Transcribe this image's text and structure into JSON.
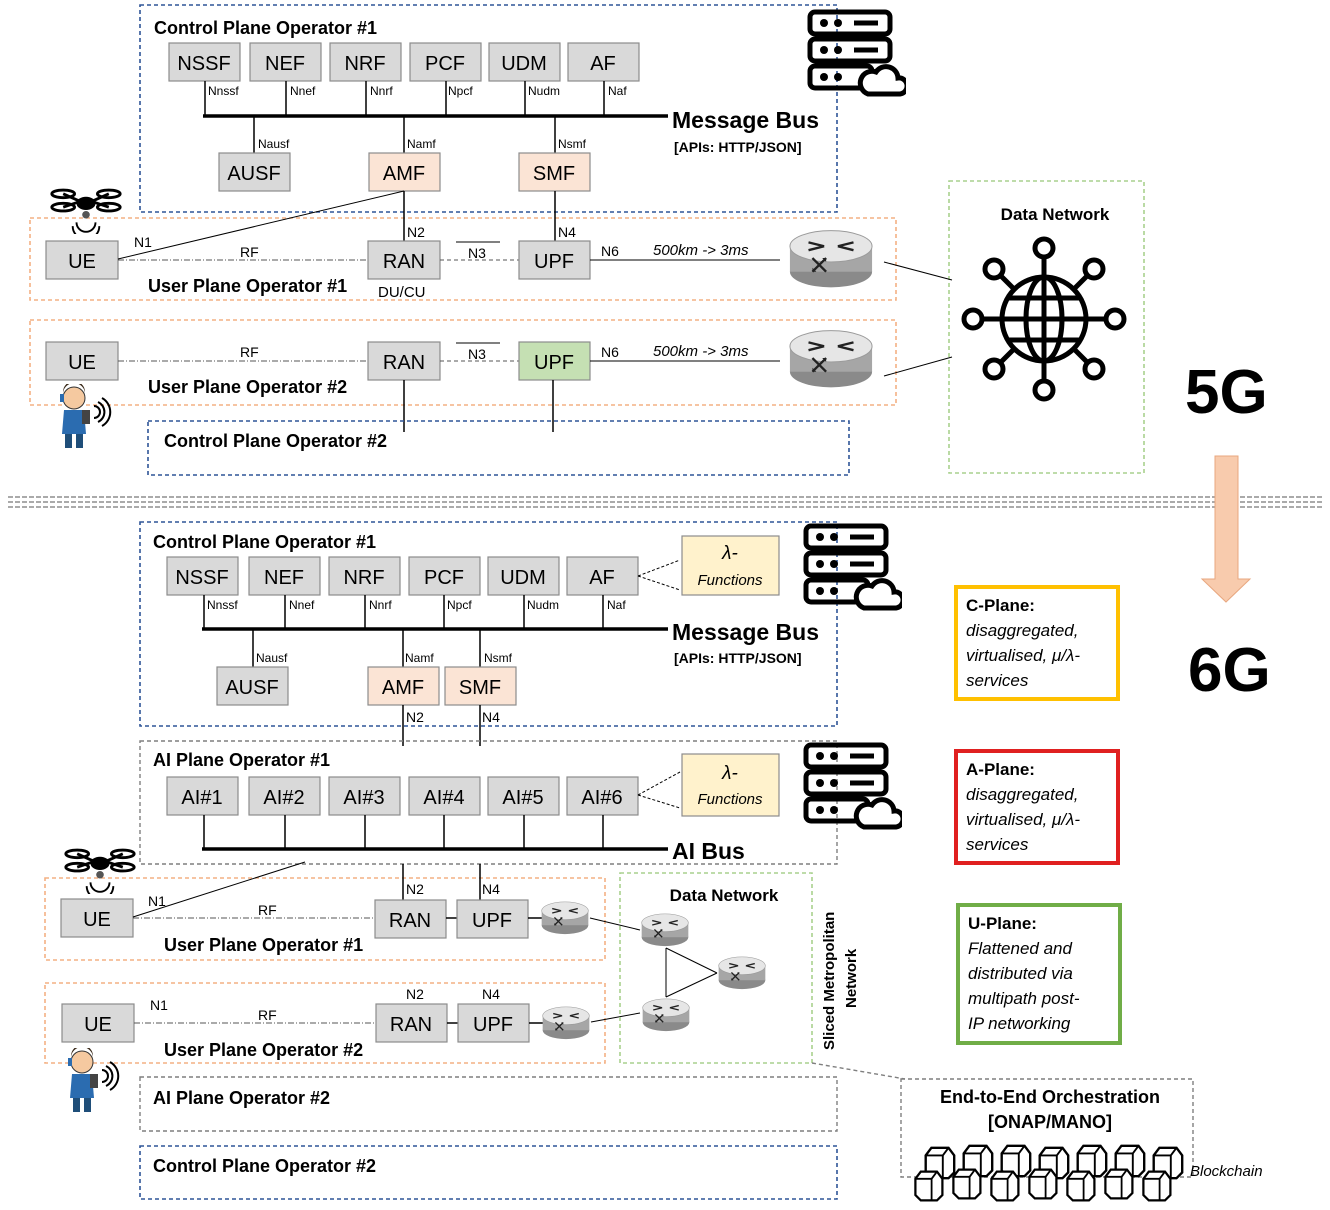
{
  "cp1_title": "Control Plane Operator #1",
  "cp2_title": "Control Plane Operator #2",
  "up1_title": "User Plane Operator #1",
  "up2_title": "User Plane Operator #2",
  "ai1_title": "AI Plane Operator #1",
  "ai2_title": "AI Plane Operator #2",
  "nf_names": [
    "NSSF",
    "NEF",
    "NRF",
    "PCF",
    "UDM",
    "AF"
  ],
  "nf_ifaces": [
    "Nnssf",
    "Nnef",
    "Nnrf",
    "Npcf",
    "Nudm",
    "Naf"
  ],
  "ai_names": [
    "AI#1",
    "AI#2",
    "AI#3",
    "AI#4",
    "AI#5",
    "AI#6"
  ],
  "ausf": "AUSF",
  "amf": "AMF",
  "smf": "SMF",
  "nausf": "Nausf",
  "namf": "Namf",
  "nsmf": "Nsmf",
  "message_bus": "Message Bus",
  "apis": "[APIs: HTTP/JSON]",
  "ai_bus": "AI Bus",
  "ue": "UE",
  "ran": "RAN",
  "upf": "UPF",
  "n1": "N1",
  "n2": "N2",
  "n3": "N3",
  "n4": "N4",
  "n6": "N6",
  "rf": "RF",
  "du_cu": "DU/CU",
  "latency": "500km -> 3ms",
  "data_network": "Data Network",
  "label_5g": "5G",
  "label_6g": "6G",
  "lambda": "λ-",
  "functions": "Functions",
  "cplane": {
    "title": "C-Plane:",
    "lines": [
      "disaggregated,",
      "virtualised, μ/λ-",
      "services"
    ]
  },
  "aplane": {
    "title": "A-Plane:",
    "lines": [
      "disaggregated,",
      "virtualised, μ/λ-",
      "services"
    ]
  },
  "uplane": {
    "title": "U-Plane:",
    "lines": [
      "Flattened and",
      "distributed via",
      "multipath post-",
      "IP networking"
    ]
  },
  "sliced_net": [
    "Sliced Metropolitan",
    "Network"
  ],
  "orchestration": [
    "End-to-End Orchestration",
    "[ONAP/MANO]"
  ],
  "blockchain": "Blockchain",
  "colors": {
    "blue": "#2f5597",
    "orange": "#f4b183",
    "green": "#70ad47",
    "yellow": "#ffc000",
    "red": "#e02020",
    "arrow": "#f8cbad"
  }
}
